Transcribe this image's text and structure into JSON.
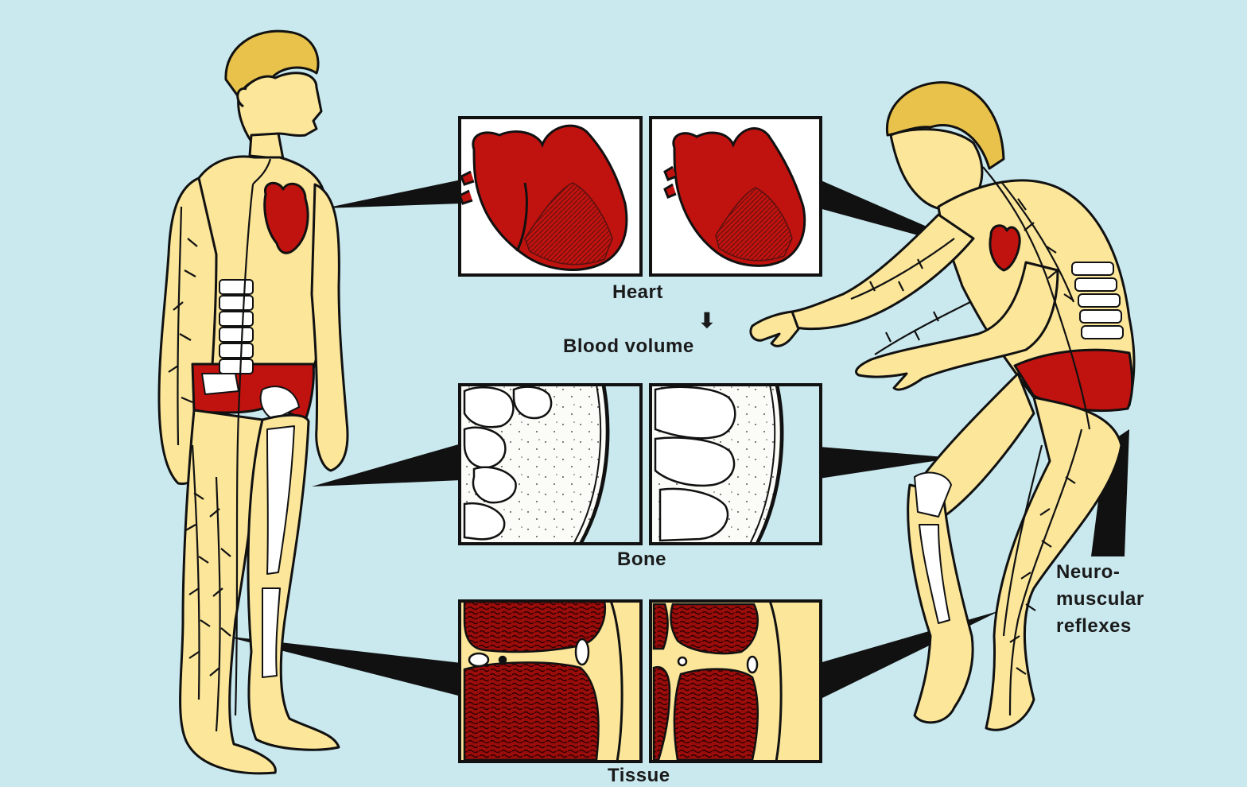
{
  "labels": {
    "heart": "Heart",
    "arrow": "⬇",
    "blood_volume": "Blood volume",
    "bone": "Bone",
    "tissue": "Tissue",
    "neuro_line1": "Neuro-",
    "neuro_line2": "muscular",
    "neuro_line3": "reflexes"
  },
  "colors": {
    "background": "#c9e9ef",
    "skin": "#fbe69a",
    "hair": "#e8c24a",
    "heart_red": "#c0120f",
    "muscle_red": "#9b0d0b",
    "outline": "#111111",
    "bone_white": "#ffffff"
  },
  "figures": {
    "left": "standing-man",
    "right": "stooped-man"
  },
  "panels": [
    "heart",
    "bone",
    "tissue"
  ]
}
